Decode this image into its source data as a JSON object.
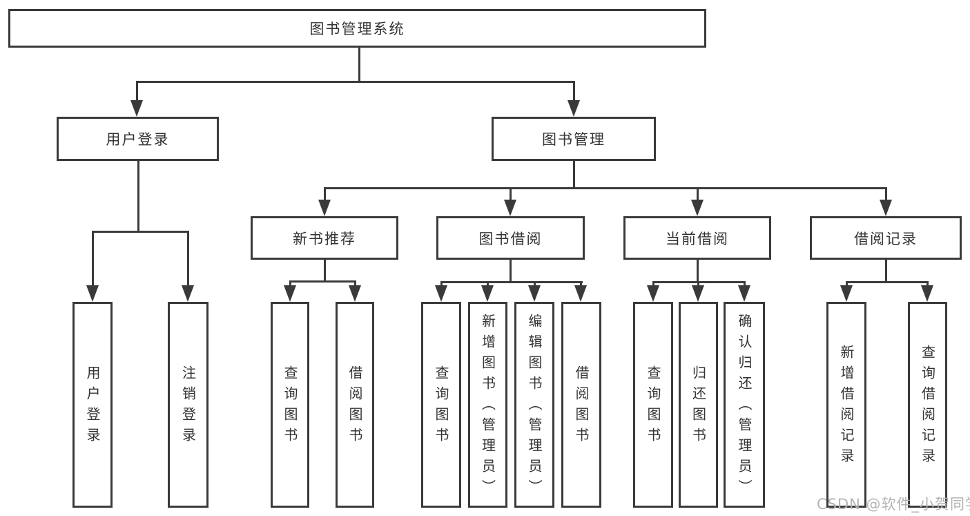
{
  "diagram": {
    "root": {
      "label": "图书管理系统"
    },
    "branches": [
      {
        "label": "用户登录",
        "children": [
          {
            "label": "用户登录"
          },
          {
            "label": "注销登录"
          }
        ]
      },
      {
        "label": "图书管理",
        "children": [
          {
            "label": "新书推荐",
            "children": [
              {
                "label": "查询图书"
              },
              {
                "label": "借阅图书"
              }
            ]
          },
          {
            "label": "图书借阅",
            "children": [
              {
                "label": "查询图书"
              },
              {
                "label": "新增图书（管理员）"
              },
              {
                "label": "编辑图书（管理员）"
              },
              {
                "label": "借阅图书"
              }
            ]
          },
          {
            "label": "当前借阅",
            "children": [
              {
                "label": "查询图书"
              },
              {
                "label": "归还图书"
              },
              {
                "label": "确认归还（管理员）"
              }
            ]
          },
          {
            "label": "借阅记录",
            "children": [
              {
                "label": "新增借阅记录"
              },
              {
                "label": "查询借阅记录"
              }
            ]
          }
        ]
      }
    ]
  },
  "watermark": {
    "text": "CSDN @软件_小贺同学"
  },
  "colors": {
    "line": "#3a3a3a",
    "box_background": "#ffffff",
    "text": "#333333",
    "watermark": "#b3b3b3"
  }
}
